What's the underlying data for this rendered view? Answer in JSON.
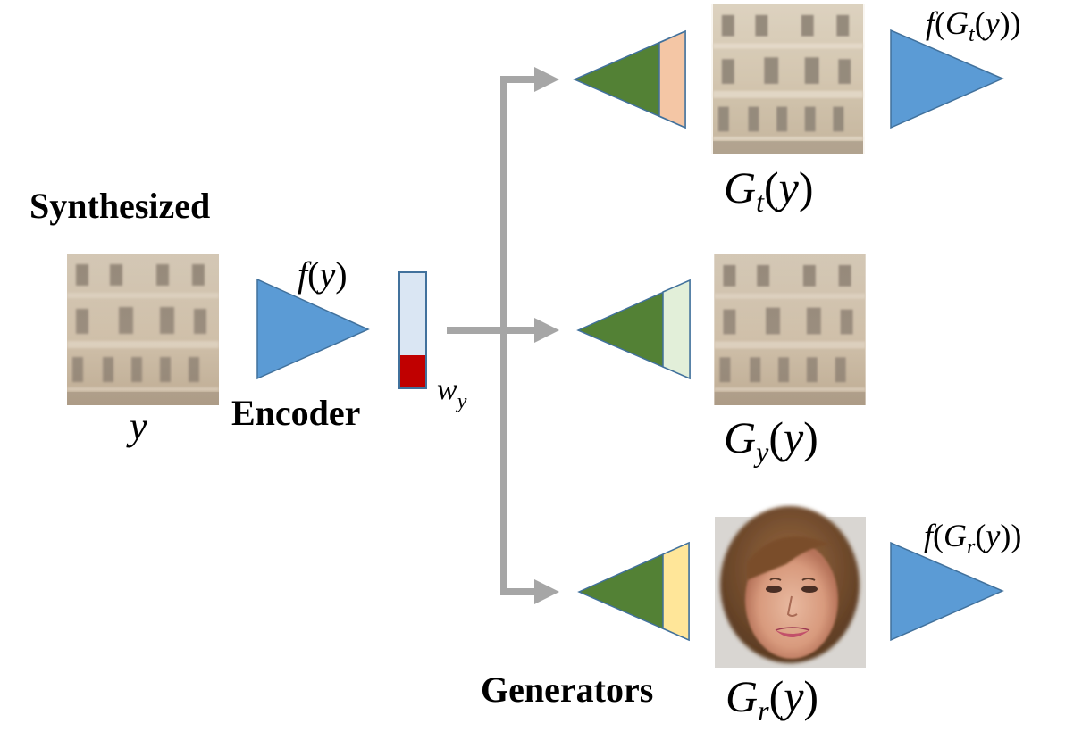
{
  "labels": {
    "synthesized": "Synthesized",
    "encoder": "Encoder",
    "generators": "Generators"
  },
  "math": {
    "input_var": "y",
    "f": "f",
    "open": "(",
    "close": ")",
    "latent_base": "w",
    "latent_sub": "y",
    "G": "G",
    "sub_t": "t",
    "sub_y": "y",
    "sub_r": "r"
  },
  "colors": {
    "encoder_triangle": "#5b9bd5",
    "encoder_triangle_stroke": "#41719c",
    "generator_triangle": "#538135",
    "generator_triangle_stroke": "#41719c",
    "latent_body": "#dae6f3",
    "latent_code": "#c00000",
    "arrow": "#a6a6a6",
    "band_top": "#f4c6a5",
    "band_middle": "#e2efd9",
    "band_bottom": "#ffe699"
  },
  "images": {
    "input": "building-facade-image",
    "top": "building-facade-image",
    "middle": "building-facade-image",
    "bottom": "face-image"
  }
}
